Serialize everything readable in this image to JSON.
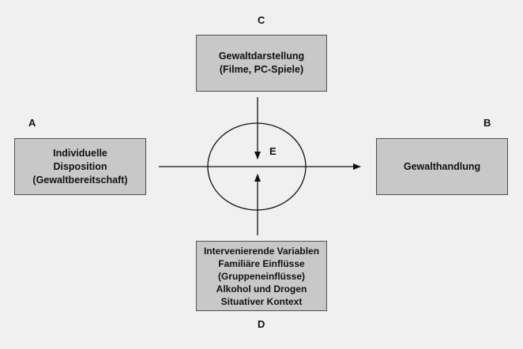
{
  "letters": {
    "a": "A",
    "b": "B",
    "c": "C",
    "d": "D",
    "e": "E"
  },
  "boxes": {
    "a": [
      "Individuelle",
      "Disposition",
      "(Gewaltbereitschaft)"
    ],
    "b": [
      "Gewalthandlung"
    ],
    "c": [
      "Gewaltdarstellung",
      "(Filme, PC-Spiele)"
    ],
    "d": [
      "Intervenierende Variablen",
      "Familiäre Einflüsse",
      "(Gruppeneinflüsse)",
      "Alkohol und Drogen",
      "Situativer Kontext"
    ]
  },
  "colors": {
    "box_fill": "#c8c8c8",
    "box_border": "#505050",
    "background": "#f0f0f0",
    "line": "#111111"
  }
}
